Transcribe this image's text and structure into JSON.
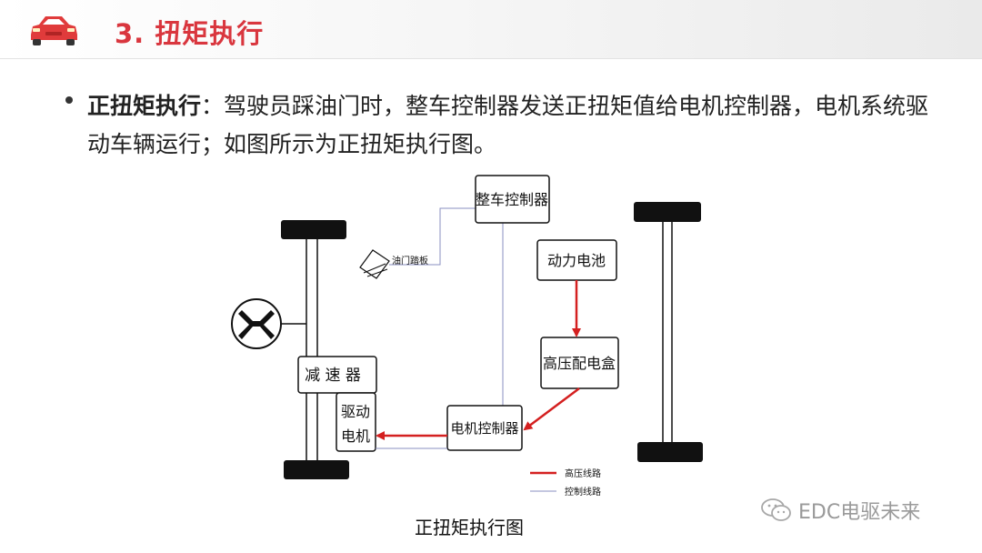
{
  "header": {
    "title": "3. 扭矩执行",
    "logo_icon": "car-icon",
    "accent_color": "#d9363e"
  },
  "bullet": {
    "term": "正扭矩执行",
    "colon": "：",
    "text": "驾驶员踩油门时，整车控制器发送正扭矩值给电机控制器，电机系统驱动车辆运行；如图所示为正扭矩执行图。"
  },
  "diagram": {
    "nodes": {
      "vcu": "整车控制器",
      "battery": "动力电池",
      "pdu": "高压配电盒",
      "mcu": "电机控制器",
      "reducer": "减 速 器",
      "motor_line1": "驱动",
      "motor_line2": "电机",
      "pedal": "油门踏板"
    },
    "legend": {
      "high_voltage": "高压线路",
      "control": "控制线路",
      "high_voltage_color": "#d42020",
      "control_color": "#8a8fc0"
    }
  },
  "caption": "正扭矩执行图",
  "watermark": {
    "icon": "wechat-icon",
    "text": "EDC电驱未来"
  }
}
